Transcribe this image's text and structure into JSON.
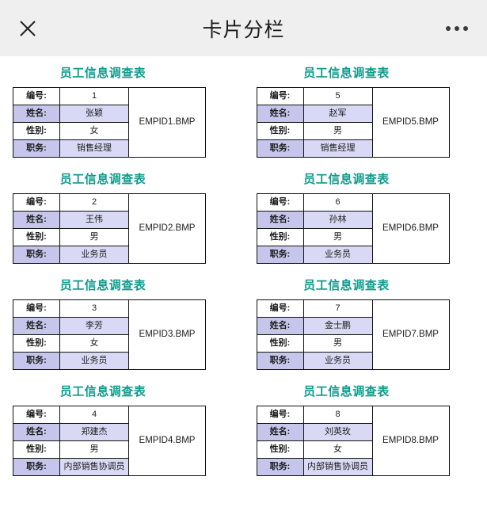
{
  "header": {
    "title": "卡片分栏",
    "close_icon": "close-icon",
    "more_icon": "more-options-icon"
  },
  "card_labels": {
    "id": "编号:",
    "name": "姓名:",
    "gender": "性别:",
    "position": "职务:"
  },
  "cards": [
    {
      "title": "员工信息调查表",
      "id": "1",
      "name": "张颖",
      "gender": "女",
      "position": "销售经理",
      "image": "EMPID1.BMP"
    },
    {
      "title": "员工信息调查表",
      "id": "5",
      "name": "赵军",
      "gender": "男",
      "position": "销售经理",
      "image": "EMPID5.BMP"
    },
    {
      "title": "员工信息调查表",
      "id": "2",
      "name": "王伟",
      "gender": "男",
      "position": "业务员",
      "image": "EMPID2.BMP"
    },
    {
      "title": "员工信息调查表",
      "id": "6",
      "name": "孙林",
      "gender": "男",
      "position": "业务员",
      "image": "EMPID6.BMP"
    },
    {
      "title": "员工信息调查表",
      "id": "3",
      "name": "李芳",
      "gender": "女",
      "position": "业务员",
      "image": "EMPID3.BMP"
    },
    {
      "title": "员工信息调查表",
      "id": "7",
      "name": "金士鹏",
      "gender": "男",
      "position": "业务员",
      "image": "EMPID7.BMP"
    },
    {
      "title": "员工信息调查表",
      "id": "4",
      "name": "郑建杰",
      "gender": "男",
      "position": "内部销售协调员",
      "image": "EMPID4.BMP"
    },
    {
      "title": "员工信息调查表",
      "id": "8",
      "name": "刘英玫",
      "gender": "女",
      "position": "内部销售协调员",
      "image": "EMPID8.BMP"
    }
  ],
  "colors": {
    "title_teal": "#0f9c8c",
    "row_label_shade": "#c6c6ec",
    "row_value_shade": "#d9d9f5",
    "header_bg": "#efefef",
    "border": "#101010"
  }
}
